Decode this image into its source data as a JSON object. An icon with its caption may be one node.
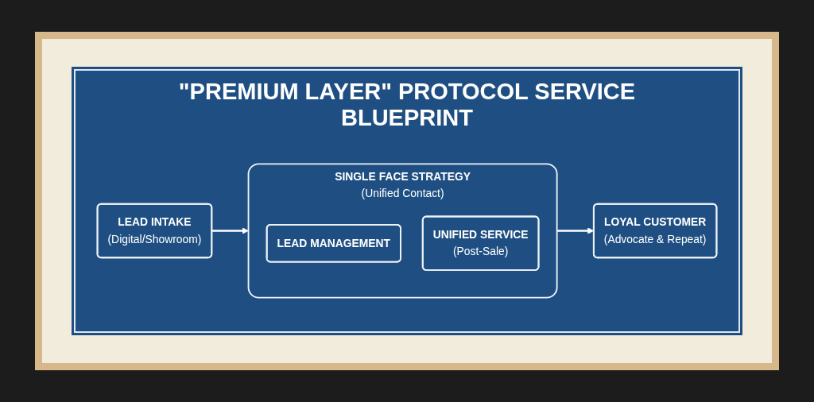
{
  "diagram": {
    "title": "\"PREMIUM LAYER\" PROTOCOL SERVICE BLUEPRINT",
    "nodes": [
      {
        "text": [
          "LEAD INTAKE",
          "(Digital/Showroom)"
        ]
      },
      {
        "text": [
          "SINGLE FACE STRATEGY",
          "(Unified Contact)"
        ]
      },
      {
        "text": [
          "LEAD MANAGEMENT"
        ],
        "in": 1
      },
      {
        "text": [
          "UNIFIED SERVICE",
          "(Post-Sale)"
        ],
        "in": 1
      },
      {
        "text": [
          "LOYAL CUSTOMER",
          "(Advocate & Repeat)"
        ]
      }
    ],
    "edges": [
      {
        "from": 0,
        "to": 1,
        "arrow": "to"
      },
      {
        "from": 1,
        "to": 4,
        "arrow": "to"
      }
    ]
  }
}
